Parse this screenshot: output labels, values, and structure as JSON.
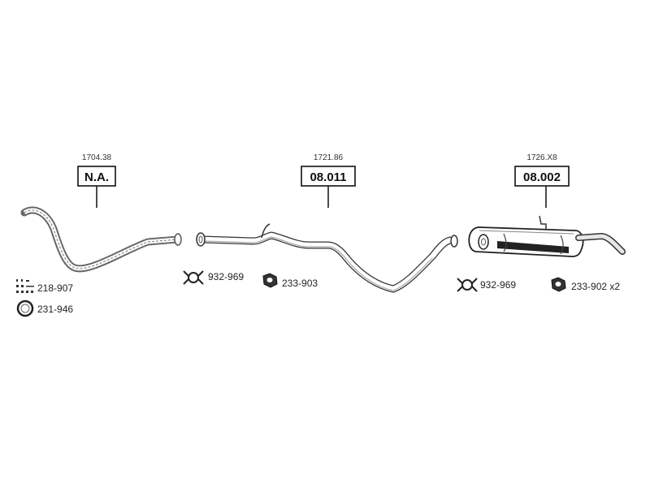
{
  "sections": [
    {
      "ref": "1704.38",
      "code": "N.A."
    },
    {
      "ref": "1721.86",
      "code": "08.011"
    },
    {
      "ref": "1726.X8",
      "code": "08.002"
    }
  ],
  "parts": [
    {
      "number": "218-907",
      "icon": "bolt-set-icon"
    },
    {
      "number": "231-946",
      "icon": "gasket-ring-icon"
    },
    {
      "number": "932-969",
      "icon": "pipe-clamp-icon"
    },
    {
      "number": "233-903",
      "icon": "hex-nut-icon"
    },
    {
      "number": "932-969",
      "icon": "pipe-clamp-icon"
    },
    {
      "number": "233-902 x2",
      "icon": "hex-nut-icon"
    }
  ]
}
